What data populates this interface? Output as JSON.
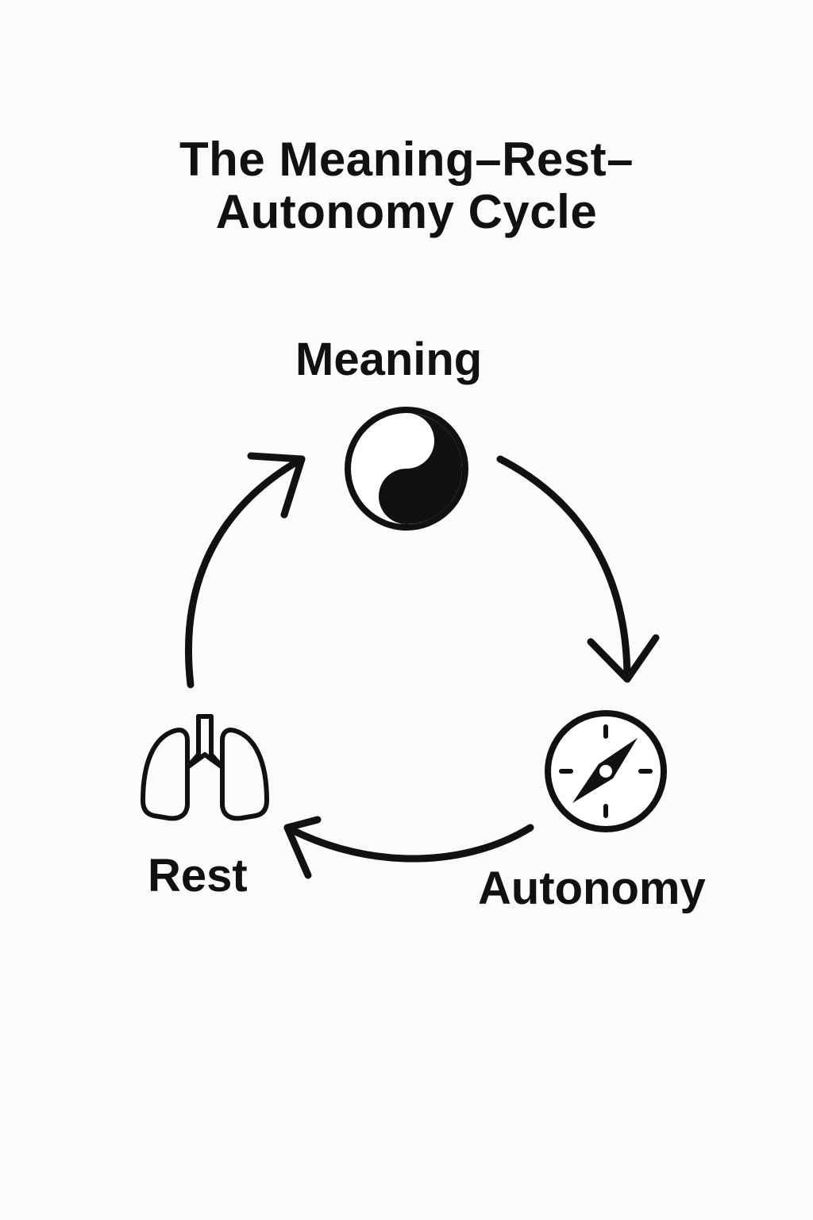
{
  "title": {
    "line1": "The Meaning–Rest–",
    "line2": "Autonomy Cycle"
  },
  "nodes": {
    "meaning": {
      "label": "Meaning",
      "icon": "yin-yang-icon"
    },
    "rest": {
      "label": "Rest",
      "icon": "lungs-icon"
    },
    "autonomy": {
      "label": "Autonomy",
      "icon": "compass-icon"
    }
  },
  "flow": [
    "Meaning",
    "Autonomy",
    "Rest",
    "Meaning"
  ],
  "colors": {
    "ink": "#111111",
    "background": "#fbfbfb"
  }
}
